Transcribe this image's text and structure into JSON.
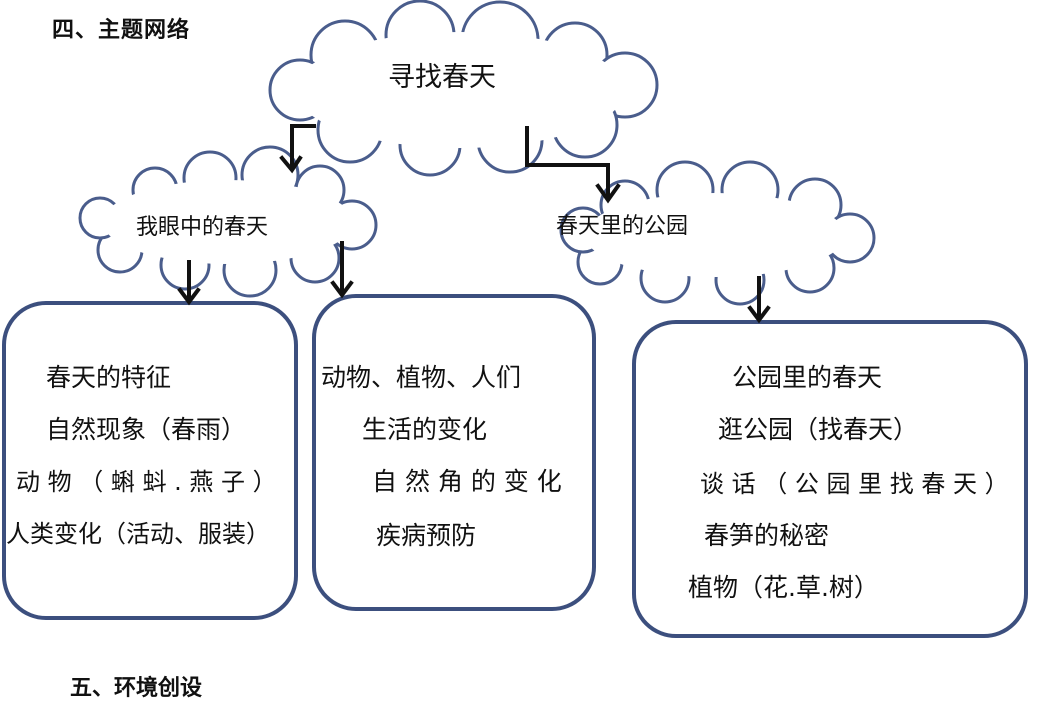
{
  "heading": "四、主题网络",
  "root_topic": "寻找春天",
  "branches": [
    {
      "title": "我眼中的春天",
      "boxes": [
        {
          "lines": [
            "春天的特征",
            "自然现象（春雨）",
            "动 物 （ 蝌 蚪 . 燕 子 ）",
            "人类变化（活动、服装）"
          ]
        },
        {
          "lines": [
            "动物、植物、人们",
            "生活的变化",
            "自 然 角 的 变 化",
            "疾病预防"
          ]
        }
      ]
    },
    {
      "title": "春天里的公园",
      "boxes": [
        {
          "lines": [
            "公园里的春天",
            "逛公园（找春天）",
            "谈 话 （ 公 园 里 找 春 天 ）",
            "春笋的秘密",
            "植物（花.草.树）"
          ]
        }
      ]
    }
  ],
  "colors": {
    "box_border": "#3c4f7e",
    "cloud_border": "#4a5d8c",
    "arrow": "#111111"
  },
  "footer_fragment": "五、环境创设"
}
